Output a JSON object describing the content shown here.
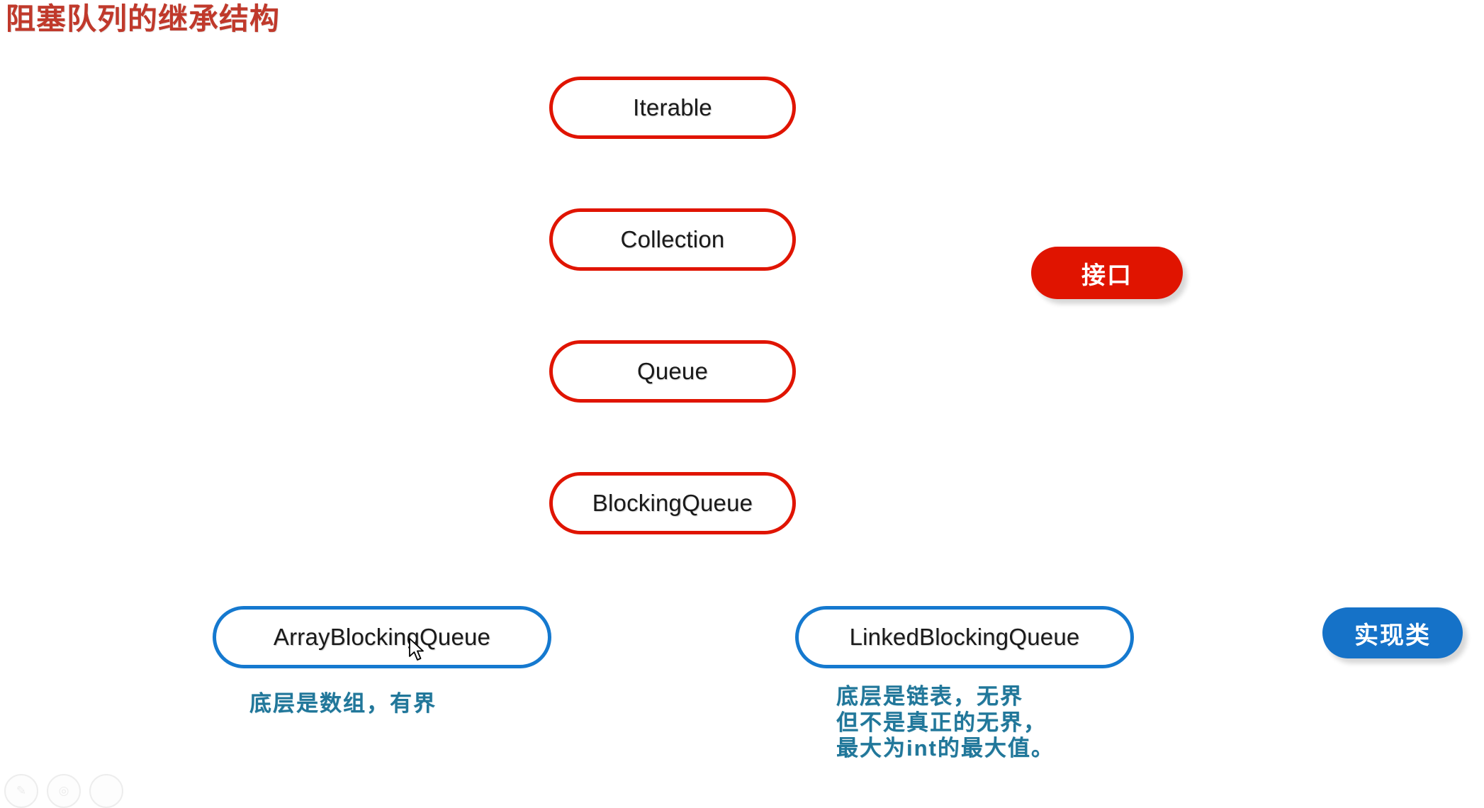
{
  "page": {
    "title": "阻塞队列的继承结构",
    "title_color": "#c0392b",
    "background": "#ffffff"
  },
  "colors": {
    "interface_border": "#e01400",
    "implclass_border": "#1579cf",
    "interface_badge": "#e01400",
    "implclass_badge": "#1572c8",
    "annotation_text": "#21779a",
    "node_text": "#1a1a1a"
  },
  "diagram": {
    "interfaces": [
      {
        "label": "Iterable"
      },
      {
        "label": "Collection"
      },
      {
        "label": "Queue"
      },
      {
        "label": "BlockingQueue"
      }
    ],
    "implementations": [
      {
        "label": "ArrayBlockingQueue"
      },
      {
        "label": "LinkedBlockingQueue"
      }
    ]
  },
  "legend": {
    "interface_label": "接口",
    "implclass_label": "实现类"
  },
  "annotations": {
    "array_note": "底层是数组，有界",
    "linked_note": "底层是链表，无界\n但不是真正的无界，\n最大为int的最大值。"
  },
  "toolbar": {
    "buttons": [
      {
        "icon": "pen-icon",
        "glyph": "✎"
      },
      {
        "icon": "circle-icon",
        "glyph": "◎"
      },
      {
        "icon": "blank-icon",
        "glyph": ""
      }
    ]
  }
}
